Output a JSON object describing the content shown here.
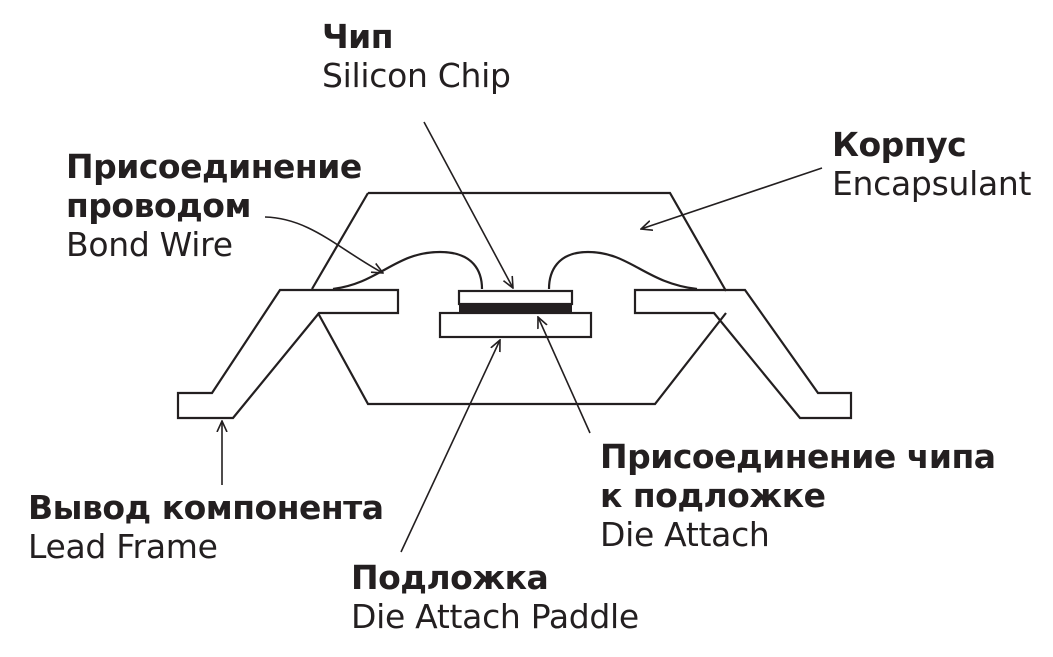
{
  "labels": {
    "chip": {
      "ru": "Чип",
      "en": "Silicon Chip"
    },
    "bond_wire": {
      "ru_line1": "Присоединение",
      "ru_line2": "проводом",
      "en": "Bond Wire"
    },
    "encapsulant": {
      "ru": "Корпус",
      "en": "Encapsulant"
    },
    "lead_frame": {
      "ru": "Вывод компонента",
      "en": "Lead Frame"
    },
    "paddle": {
      "ru": "Подложка",
      "en": "Die Attach Paddle"
    },
    "die_attach": {
      "ru_line1": "Присоединение чипа",
      "ru_line2": "к подложке",
      "en": "Die Attach"
    }
  },
  "colors": {
    "ink": "#231f20",
    "chip_fill": "#231f20",
    "background": "#ffffff"
  }
}
